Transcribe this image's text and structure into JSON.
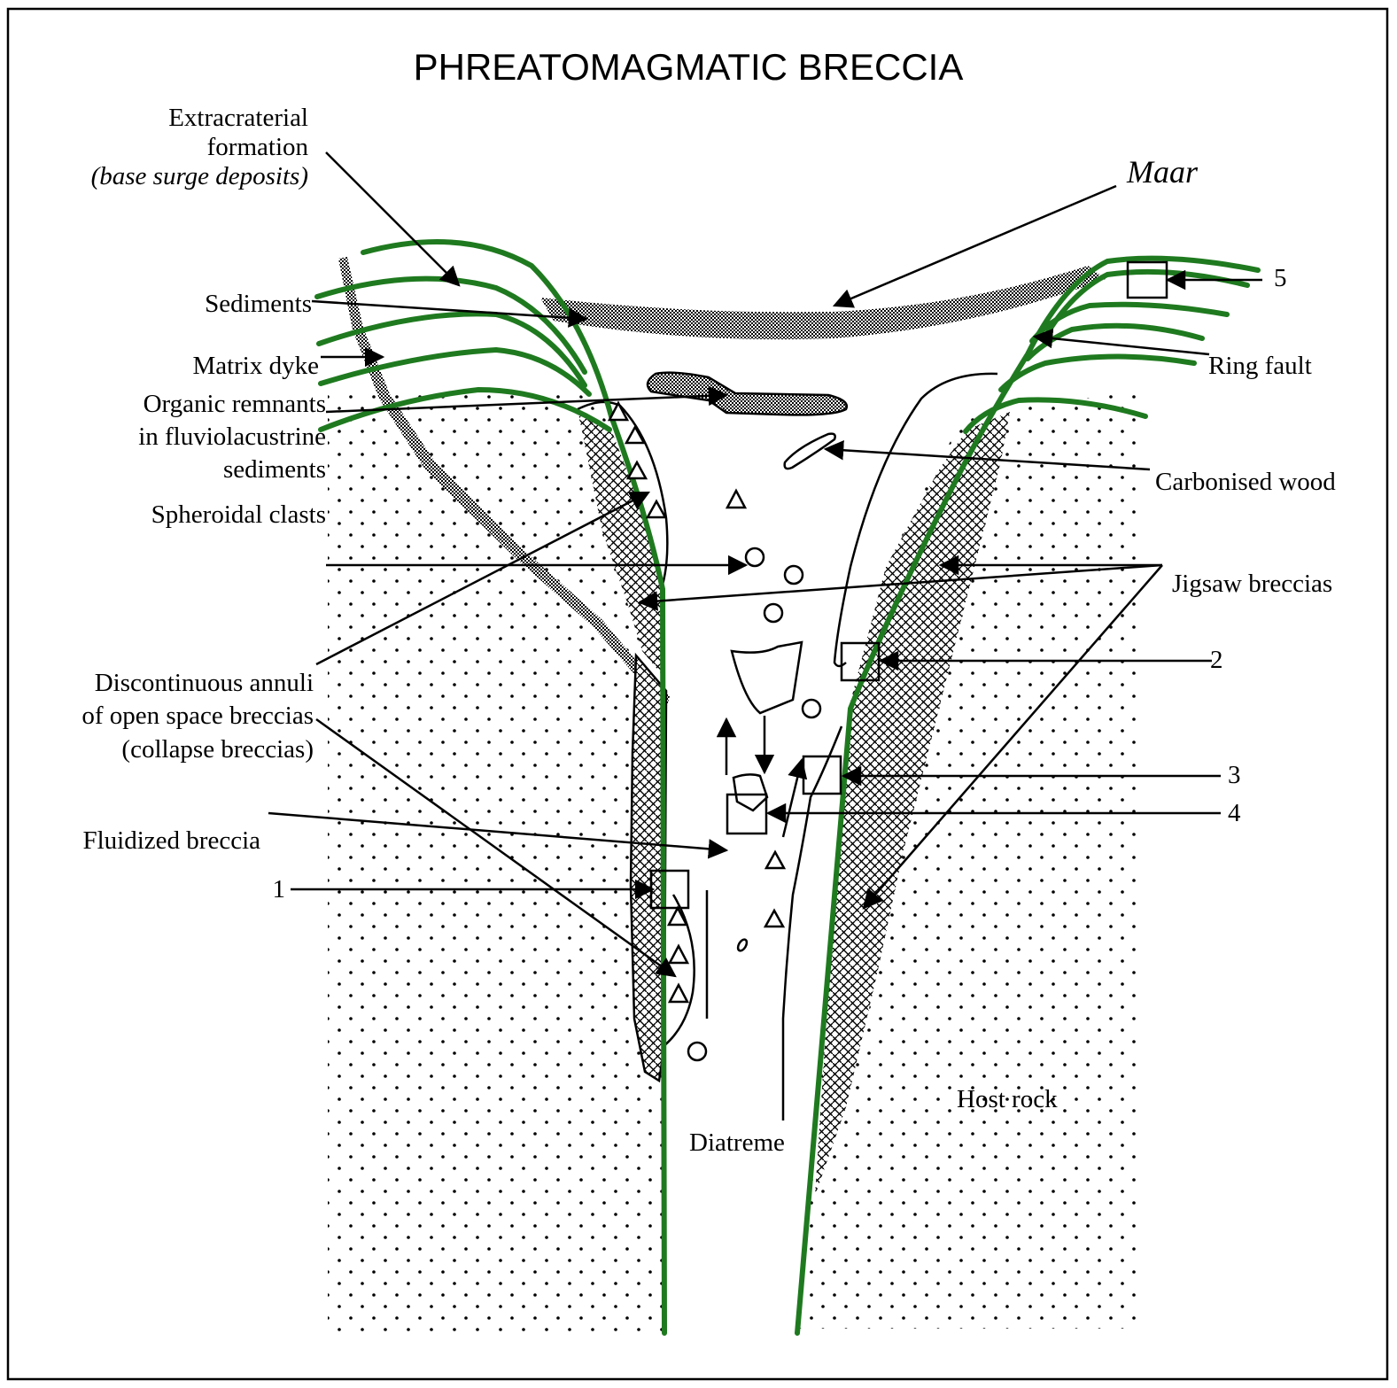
{
  "title": "PHREATOMAGMATIC BRECCIA",
  "labels": {
    "extracraterial_1": "Extracraterial",
    "extracraterial_2": "formation",
    "extracraterial_3": "(base surge deposits)",
    "maar": "Maar",
    "sediments": "Sediments",
    "matrix_dyke": "Matrix dyke",
    "organic_1": "Organic remnants",
    "organic_2": "in fluviolacustrine",
    "organic_3": "sediments",
    "spheroidal": "Spheroidal clasts",
    "discontinuous_1": "Discontinuous annuli",
    "discontinuous_2": "of open space breccias",
    "discontinuous_3": "(collapse breccias)",
    "fluidized": "Fluidized breccia",
    "ring_fault": "Ring fault",
    "carbonised": "Carbonised wood",
    "jigsaw": "Jigsaw breccias",
    "diatreme": "Diatreme",
    "host_rock": "Host rock",
    "n1": "1",
    "n2": "2",
    "n3": "3",
    "n4": "4",
    "n5": "5"
  },
  "colors": {
    "fault_line": "#1f7a1f",
    "ink": "#000000",
    "background": "#ffffff"
  }
}
